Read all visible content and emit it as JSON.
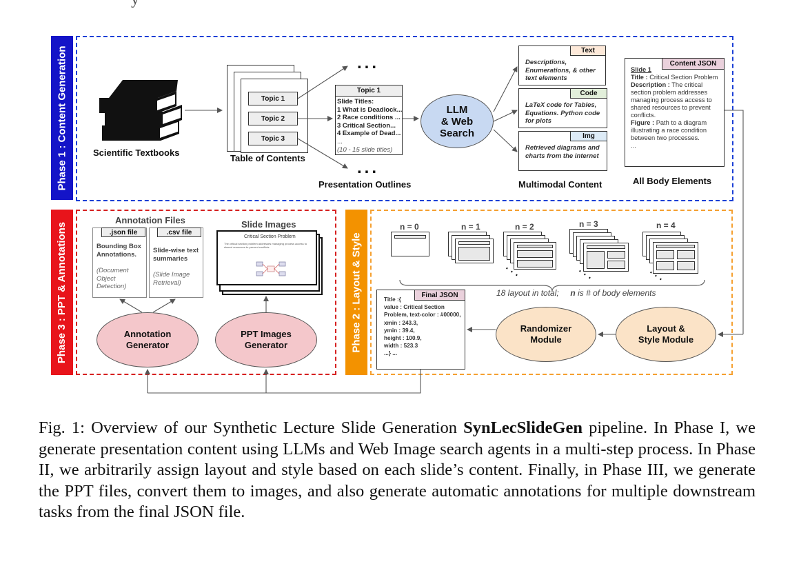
{
  "phase1": {
    "label": "Phase 1 : Content Generation",
    "color": "#1414c8",
    "textbooks_label": "Scientific Textbooks",
    "toc": {
      "label": "Table of Contents",
      "topics": [
        "Topic 1",
        "Topic 2",
        "Topic 3"
      ]
    },
    "outline": {
      "label": "Presentation Outlines",
      "header": "Topic 1",
      "lines": [
        "Slide Titles:",
        "1 What is Deadlock...",
        "2 Race conditions ...",
        "3 Critical Section...",
        "4 Example of Dead...",
        "...",
        "(10 - 15 slide titles)"
      ],
      "ellipsis": "..."
    },
    "llm": {
      "line1": "LLM",
      "line2": "& Web",
      "line3": "Search"
    },
    "multimodal": {
      "label": "Multimodal Content",
      "cards": [
        {
          "tag": "Text",
          "tag_color": "#fde9d9",
          "text": "Descriptions, Enumerations, & other text elements"
        },
        {
          "tag": "Code",
          "tag_color": "#e2efda",
          "text": "LaTeX code for Tables, Equations. Python code for plots"
        },
        {
          "tag": "Img",
          "tag_color": "#ddebf7",
          "text": "Retrieved diagrams and charts from the internet"
        }
      ]
    },
    "content_json": {
      "label": "All Body Elements",
      "tag": "Content JSON",
      "slide": "Slide 1",
      "title_key": "Title :",
      "title_val": "Critical Section Problem",
      "desc_key": "Description :",
      "desc_val": "The critical section problem addresses managing process access to shared resources to prevent conflicts.",
      "fig_key": "Figure :",
      "fig_val": "Path to a diagram illustrating a race condition between two processes.",
      "more": "..."
    }
  },
  "phase2": {
    "label": "Phase 2 : Layout & Style",
    "color": "#f39200",
    "layouts": [
      "n = 0",
      "n = 1",
      "n = 2",
      "n = 3",
      "n = 4"
    ],
    "layout_note_a": "18 layout in total;",
    "layout_note_b": "n",
    "layout_note_c": "is # of body elements",
    "final_json": {
      "tag": "Final JSON",
      "lines": [
        "Title :{",
        "value : Critical Section",
        "Problem, text-color : #00000,",
        "xmin : 243.3,",
        "ymin : 39.4,",
        "height : 100.9,",
        "width : 523.3",
        "...} ..."
      ]
    },
    "randomizer": {
      "line1": "Randomizer",
      "line2": "Module"
    },
    "layout_style": {
      "line1": "Layout &",
      "line2": "Style Module"
    }
  },
  "phase3": {
    "label": "Phase 3 : PPT & Annotations",
    "color": "#e8141b",
    "annotation_files": {
      "title": "Annotation Files",
      "json_tag": ".json file",
      "json_title": "Bounding Box Annotations.",
      "json_task": "(Document Object Detection)",
      "csv_tag": ".csv file",
      "csv_title": "Slide-wise text summaries",
      "csv_task": "(Slide Image Retrieval)"
    },
    "slide_images": {
      "title": "Slide Images",
      "slide_title": "Critical Section Problem",
      "slide_text": "The critical section problem addresses managing process access to shared resources to prevent conflicts."
    },
    "annotation_generator": {
      "line1": "Annotation",
      "line2": "Generator"
    },
    "ppt_generator": {
      "line1": "PPT Images",
      "line2": "Generator"
    },
    "ellipse_color": "#f4c7cb"
  },
  "caption": {
    "prefix": "Fig. 1: Overview of our Synthetic Lecture Slide Generation ",
    "bold": "SynLecSlideGen",
    "rest": " pipeline. In Phase I, we generate presentation content using LLMs and Web Image search agents in a multi-step process. In Phase II, we arbitrarily assign layout and style based on each slide’s content. Finally, in Phase III, we generate the PPT files, convert them to images, and also generate automatic annotations for multiple downstream tasks from the final JSON file."
  }
}
